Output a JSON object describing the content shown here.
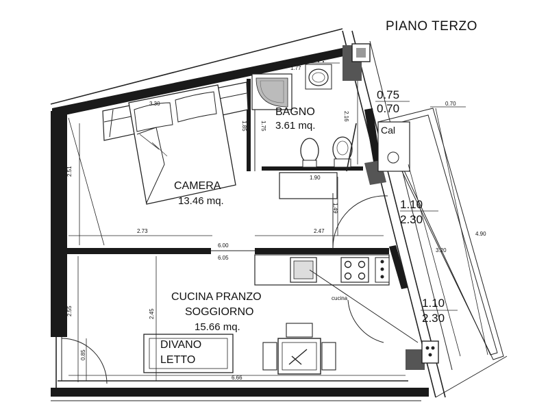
{
  "title": "PIANO TERZO",
  "rooms": {
    "bagno": {
      "name": "BAGNO",
      "area": "3.61 mq."
    },
    "camera": {
      "name": "CAMERA",
      "area": "13.46 mq."
    },
    "cucina": {
      "name_line1": "CUCINA PRANZO",
      "name_line2": "SOGGIORNO",
      "area": "15.66 mq."
    }
  },
  "labels": {
    "divano_line1": "DIVANO",
    "divano_line2": "LETTO",
    "cal": "Cal",
    "cucina_small": "cucina"
  },
  "openings": {
    "top_upper": "0.75",
    "top_lower": "0.70",
    "middle_upper": "1.10",
    "middle_lower": "2.30",
    "bottom_upper": "1.10",
    "bottom_lower": "2.30"
  },
  "dimensions": {
    "d_330": "3.30",
    "d_177": "1.77",
    "d_216": "2.16",
    "d_185": "1.85",
    "d_175": "1.75",
    "d_190": "1.90",
    "d_251": "2.51",
    "d_273": "2.73",
    "d_247": "2.47",
    "d_149": "1.49",
    "d_600": "6.00",
    "d_605": "6.05",
    "d_255": "2.55",
    "d_245": "2.45",
    "d_085": "0.85",
    "d_666": "6.66",
    "d_070": "0.70",
    "d_320": "3.20",
    "d_490": "4.90"
  }
}
